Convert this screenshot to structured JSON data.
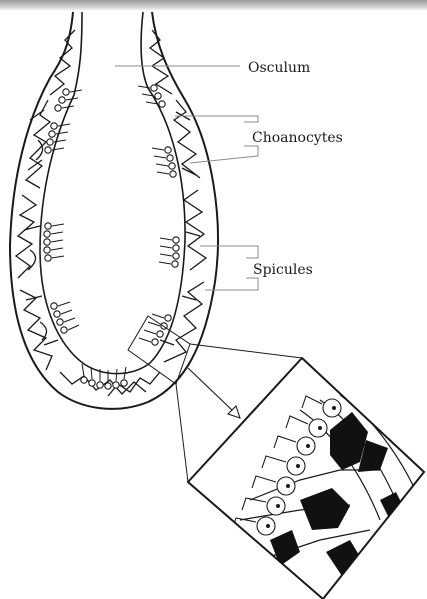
{
  "labels": {
    "osculum": "Osculum",
    "choanocytes": "Choanocytes",
    "spicules": "Spicules"
  },
  "colors": {
    "ink": "#1a1a1a",
    "leader": "#8c8c8c",
    "background": "#ffffff"
  }
}
